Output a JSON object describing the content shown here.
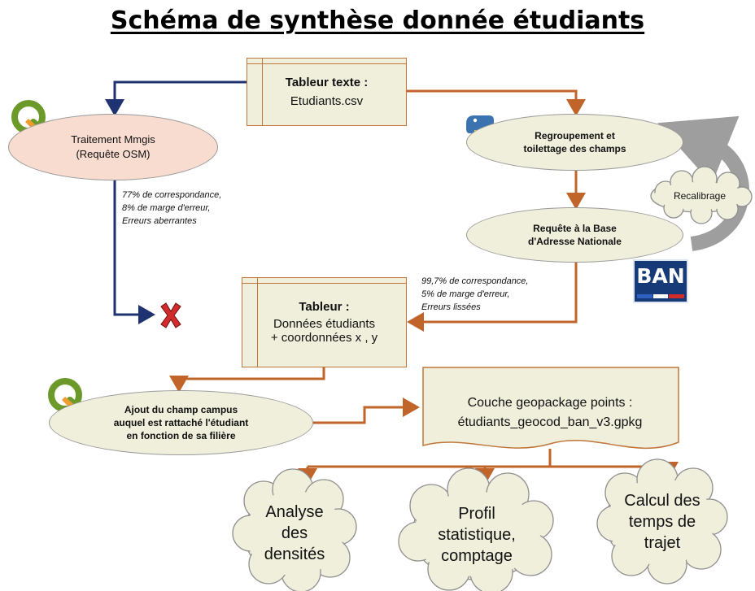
{
  "title": "Schéma de synthèse donnée étudiants",
  "nodes": {
    "tableur_texte": {
      "title": "Tableur texte :",
      "subtitle": "Etudiants.csv"
    },
    "traitement_mmgis": {
      "line1": "Traitement Mmgis",
      "line2": "(Requête OSM)"
    },
    "regroupement": {
      "line1": "Regroupement et",
      "line2": "toilettage des champs"
    },
    "requete_ban": {
      "line1": "Requête à la Base",
      "line2": "d'Adresse Nationale"
    },
    "recalibrage": {
      "label": "Recalibrage"
    },
    "tableur_final": {
      "title": "Tableur :",
      "line1": "Données étudiants",
      "line2": "+ coordonnées x , y"
    },
    "ajout_campus": {
      "line1": "Ajout du champ campus",
      "line2": "auquel est rattaché l'étudiant",
      "line3": "en fonction de sa filière"
    },
    "couche_gpkg": {
      "line1": "Couche geopackage points :",
      "line2": "étudiants_geocod_ban_v3.gpkg"
    },
    "analyse": {
      "line1": "Analyse",
      "line2": "des",
      "line3": "densités"
    },
    "profil": {
      "line1": "Profil",
      "line2": "statistique,",
      "line3": "comptage"
    },
    "calcul": {
      "line1": "Calcul des",
      "line2": "temps de",
      "line3": "trajet"
    }
  },
  "notes": {
    "osm": {
      "line1": "77% de correspondance,",
      "line2": "8% de marge d'erreur,",
      "line3": "Erreurs aberrantes"
    },
    "ban": {
      "line1": "99,7% de correspondance,",
      "line2": "5% de marge d'erreur,",
      "line3": "Erreurs lissées"
    }
  },
  "logos": {
    "ban_word": "BAN",
    "qgis_icon": "qgis-logo-icon",
    "python_icon": "python-logo-icon",
    "reject_icon": "red-x-icon"
  },
  "colors": {
    "orange_arrow": "#c0642a",
    "navy_arrow": "#1f3370",
    "box_fill": "#efefdc",
    "pink_fill": "#f8dccf",
    "ban_blue": "#163a78",
    "reject_red": "#d22b2b"
  }
}
